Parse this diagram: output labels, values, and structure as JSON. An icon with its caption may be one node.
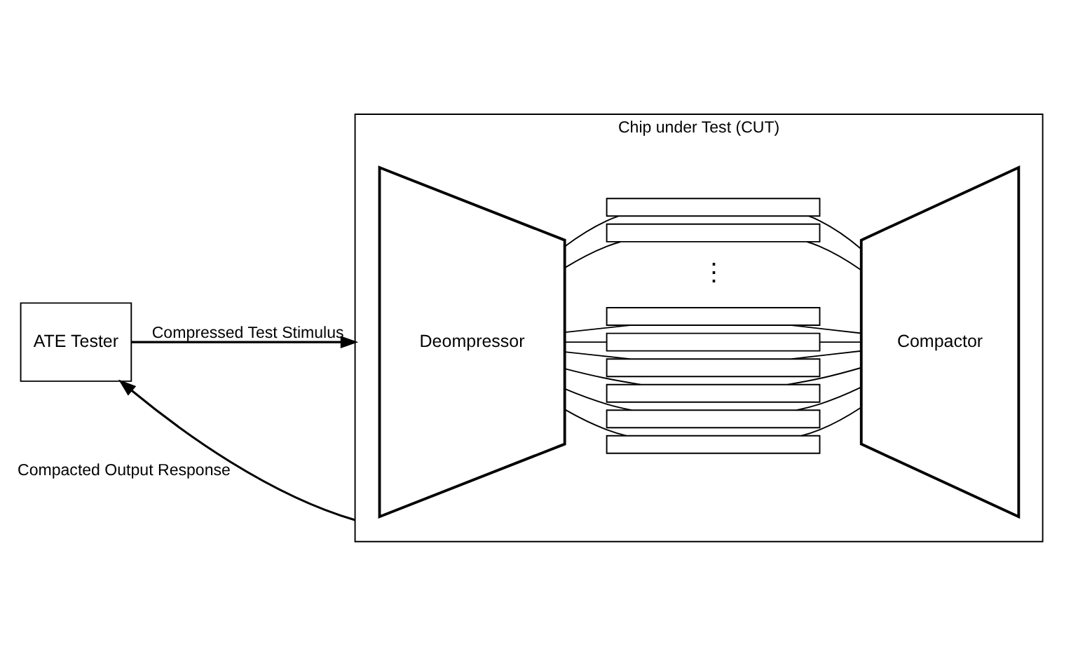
{
  "diagram": {
    "nodes": [
      {
        "text": [
          "ATE Tester"
        ]
      },
      {
        "text": [
          "Chip under Test (CUT)"
        ]
      },
      {
        "text": [
          "Deompressor"
        ],
        "in": 1
      },
      {
        "text": [],
        "shape": "bar",
        "in": 1
      },
      {
        "text": [],
        "shape": "bar",
        "in": 1
      },
      {
        "text": [],
        "shape": "bar",
        "in": 1
      },
      {
        "text": [],
        "shape": "bar",
        "in": 1
      },
      {
        "text": [],
        "shape": "bar",
        "in": 1
      },
      {
        "text": [],
        "shape": "bar",
        "in": 1
      },
      {
        "text": [],
        "shape": "bar",
        "in": 1
      },
      {
        "text": [],
        "shape": "bar",
        "in": 1
      },
      {
        "text": [
          "Compactor"
        ],
        "in": 1
      }
    ],
    "edges": [
      {
        "from": 0,
        "to": 1,
        "arrow": "to",
        "label": "Compressed Test Stimulus"
      },
      {
        "from": 1,
        "to": 0,
        "arrow": "to",
        "label": "Compacted Output Response"
      },
      {
        "from": 2,
        "to": 3,
        "arrow": "none"
      },
      {
        "from": 2,
        "to": 4,
        "arrow": "none"
      },
      {
        "from": 2,
        "to": 5,
        "arrow": "none"
      },
      {
        "from": 2,
        "to": 6,
        "arrow": "none"
      },
      {
        "from": 2,
        "to": 7,
        "arrow": "none"
      },
      {
        "from": 2,
        "to": 8,
        "arrow": "none"
      },
      {
        "from": 2,
        "to": 9,
        "arrow": "none"
      },
      {
        "from": 2,
        "to": 10,
        "arrow": "none"
      },
      {
        "from": 3,
        "to": 11,
        "arrow": "none"
      },
      {
        "from": 4,
        "to": 11,
        "arrow": "none"
      },
      {
        "from": 5,
        "to": 11,
        "arrow": "none"
      },
      {
        "from": 6,
        "to": 11,
        "arrow": "none"
      },
      {
        "from": 7,
        "to": 11,
        "arrow": "none"
      },
      {
        "from": 8,
        "to": 11,
        "arrow": "none"
      },
      {
        "from": 9,
        "to": 11,
        "arrow": "none"
      },
      {
        "from": 10,
        "to": 11,
        "arrow": "none"
      }
    ],
    "labels": [
      "⋮"
    ]
  }
}
